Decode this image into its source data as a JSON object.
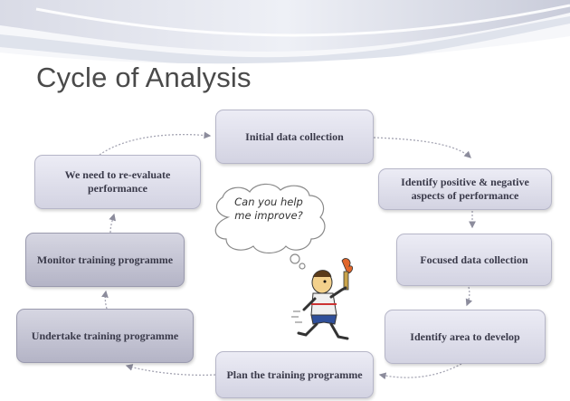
{
  "title": "Cycle of Analysis",
  "steps": [
    {
      "label": "Initial data collection",
      "style": "light"
    },
    {
      "label": "Identify positive & negative aspects of performance",
      "style": "light"
    },
    {
      "label": "Focused data collection",
      "style": "light"
    },
    {
      "label": "Identify area to develop",
      "style": "light"
    },
    {
      "label": "Plan the training programme",
      "style": "light"
    },
    {
      "label": "Undertake training programme",
      "style": "dark"
    },
    {
      "label": "Monitor training programme",
      "style": "dark"
    },
    {
      "label": "We need to re-evaluate performance",
      "style": "light"
    }
  ],
  "thought_bubble": "Can you help me improve?",
  "icons": [
    "clipart-runner-icon",
    "thought-bubble-icon",
    "cycle-arrow-icon"
  ],
  "colors": {
    "box_light": "#dcdcea",
    "box_dark": "#c2c2d2",
    "title": "#4a4a4a",
    "arrow": "#9a9aaa"
  }
}
